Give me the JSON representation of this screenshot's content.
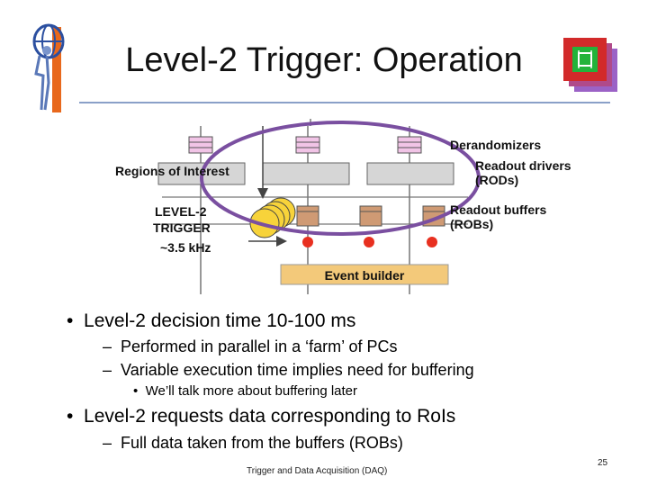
{
  "title": "Level-2 Trigger: Operation",
  "diagram": {
    "regions_of_interest": "Regions of Interest",
    "level2_line1": "LEVEL-2",
    "level2_line2": "TRIGGER",
    "rate": "~3.5 kHz",
    "derandomizers": "Derandomizers",
    "rod_line1": "Readout drivers",
    "rod_line2": "(RODs)",
    "rob_line1": "Readout buffers",
    "rob_line2": "(ROBs)",
    "event_builder": "Event builder"
  },
  "bullets": [
    {
      "level": 1,
      "marker": "•",
      "text": "Level-2 decision time 10-100 ms"
    },
    {
      "level": 2,
      "marker": "–",
      "text": "Performed in parallel in a ‘farm’ of PCs"
    },
    {
      "level": 2,
      "marker": "–",
      "text": "Variable execution time implies need for buffering"
    },
    {
      "level": 3,
      "marker": "•",
      "text": "We’ll talk more about buffering later"
    },
    {
      "level": 1,
      "marker": "•",
      "text": "Level-2 requests data corresponding to RoIs"
    },
    {
      "level": 2,
      "marker": "–",
      "text": "Full data taken from the buffers (ROBs)"
    }
  ],
  "footer": "Trigger and Data Acquisition (DAQ)",
  "page_number": "25",
  "colors": {
    "ellipse": "#7a4fa0",
    "event_builder_fill": "#f3c97a",
    "derandomizer_fill": "#f1c4e6",
    "rob_fill": "#cf9a74",
    "red_dot": "#e83020",
    "farm_fill": "#f7d33a"
  },
  "icons": {
    "left_logo": "atlas-logo-icon",
    "right_logo": "chip-logo-icon"
  }
}
